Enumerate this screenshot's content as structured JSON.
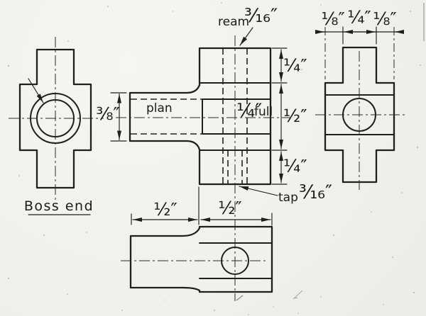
{
  "sheet": {
    "background": "#f2f1ed",
    "ink": "#1f1f1f"
  },
  "boss_end_view": {
    "caption": "Boss end"
  },
  "plan_view": {
    "label": "plan",
    "scale_note_frac": "¼″",
    "scale_note_word": "full",
    "ream_note_word": "ream",
    "ream_note_frac": "³⁄₁₆″",
    "tap_note_word": "tap",
    "tap_note_frac": "³⁄₁₆″",
    "dim_shaft": "⅜″",
    "dim_top_arm": "¼″",
    "dim_middle": "½″",
    "dim_bottom_arm": "¼″"
  },
  "end_view": {
    "dim_left": "⅛″",
    "dim_center": "¼″",
    "dim_right": "⅛″"
  },
  "front_view": {
    "dim_shaft_length": "½″",
    "dim_block_length": "½″"
  }
}
